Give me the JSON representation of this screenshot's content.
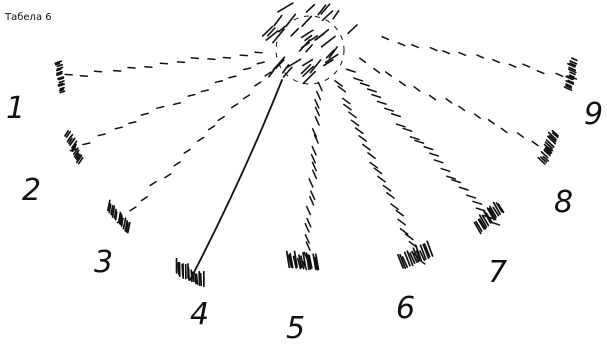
{
  "caption": "Табела 6",
  "ink_color": "#111111",
  "background_color": "#ffffff",
  "rays": [
    {
      "number": "1",
      "line_style": "dashed"
    },
    {
      "number": "2",
      "line_style": "dashed"
    },
    {
      "number": "3",
      "line_style": "dashed"
    },
    {
      "number": "4",
      "line_style": "solid"
    },
    {
      "number": "5",
      "line_style": "hatched"
    },
    {
      "number": "6",
      "line_style": "hatched"
    },
    {
      "number": "7",
      "line_style": "hatched"
    },
    {
      "number": "8",
      "line_style": "dashed"
    },
    {
      "number": "9",
      "line_style": "dashed"
    }
  ]
}
